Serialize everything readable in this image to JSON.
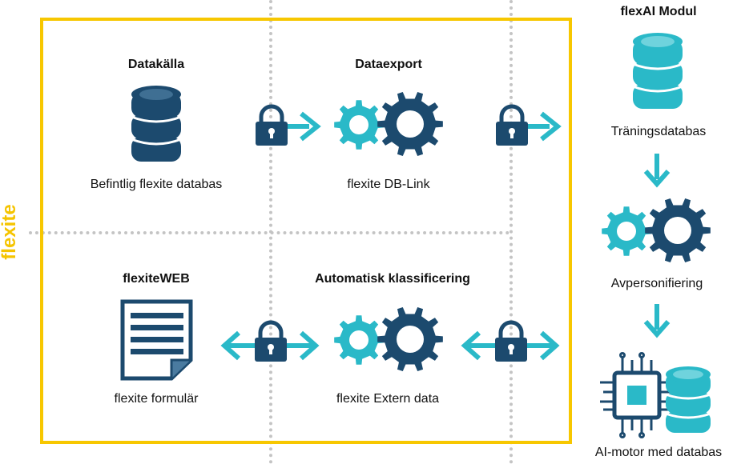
{
  "side_label": "flexite",
  "module_title": "flexAI Modul",
  "cells": {
    "source": {
      "title": "Datakälla",
      "caption": "Befintlig flexite databas",
      "icon": "database-icon"
    },
    "export": {
      "title": "Dataexport",
      "caption": "flexite DB-Link",
      "icon": "gears-icon"
    },
    "web": {
      "title": "flexiteWEB",
      "caption": "flexite formulär",
      "icon": "document-icon"
    },
    "classify": {
      "title": "Automatisk klassificering",
      "caption": "flexite Extern data",
      "icon": "gears-icon"
    }
  },
  "module_steps": [
    {
      "caption": "Träningsdatabas",
      "icon": "database-icon"
    },
    {
      "caption": "Avpersonifiering",
      "icon": "gears-icon"
    },
    {
      "caption": "AI-motor med databas",
      "icon": "chip-database-icon"
    }
  ],
  "colors": {
    "frame": "#f7c700",
    "dark_blue": "#1c4a6e",
    "teal": "#2ab9c8",
    "dots": "#c4c4c4"
  }
}
